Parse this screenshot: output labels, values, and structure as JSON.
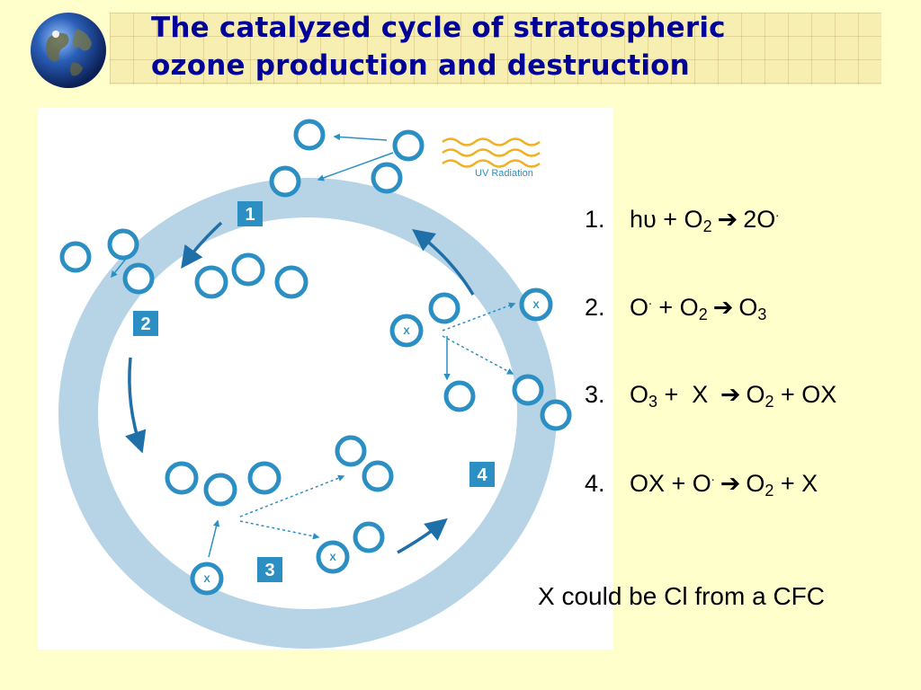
{
  "title": {
    "line1": "The catalyzed cycle of stratospheric",
    "line2": "ozone production and destruction"
  },
  "diagram": {
    "uv_label": "UV Radiation",
    "steps": [
      "1",
      "2",
      "3",
      "4"
    ],
    "catalyst_label": "X"
  },
  "equations": [
    {
      "num": "1.",
      "parts": [
        "hυ + O",
        "2",
        " ➔ ",
        "2O",
        "."
      ]
    },
    {
      "num": "2.",
      "parts": [
        "O",
        ".",
        " + O",
        "2",
        " ➔ ",
        "O",
        "3"
      ]
    },
    {
      "num": "3.",
      "parts": [
        "O",
        "3",
        " +  X ",
        " ➔ ",
        "O",
        "2",
        " + OX"
      ]
    },
    {
      "num": "4.",
      "parts": [
        "OX + O",
        ".",
        " ➔ ",
        "O",
        "2",
        " + X"
      ]
    }
  ],
  "note": "X could be Cl from a CFC",
  "colors": {
    "background": "#ffffcc",
    "title": "#000099",
    "ring": "#b6d4e6",
    "atom_fill": "#ffffff",
    "atom_stroke": "#2b8fc4",
    "arrow": "#1f6fa8",
    "step_box": "#2b8fc4",
    "uv_wave": "#f0b020"
  }
}
